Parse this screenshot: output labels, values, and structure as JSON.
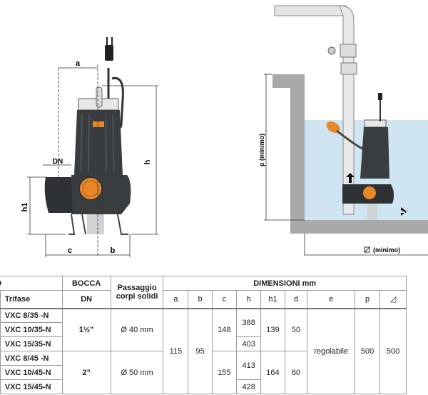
{
  "left_drawing": {
    "labels": {
      "a": "a",
      "b": "b",
      "c": "c",
      "h": "h",
      "h1": "h1",
      "dn": "DN"
    }
  },
  "right_drawing": {
    "labels": {
      "p": "p  (minimo)",
      "width": "(minimo)"
    }
  },
  "colors": {
    "pump_body": "#3a3d40",
    "accent": "#e8862a",
    "water": "#cfe6f2",
    "wall": "#a9a9a9"
  },
  "table": {
    "headers": {
      "tipo": "TIPO",
      "trifase": "Trifase",
      "bocca": "BOCCA",
      "bocca_sub": "DN",
      "passaggio": "Passaggio corpi solidi",
      "dimensioni": "DIMENSIONI mm",
      "cols": [
        "a",
        "b",
        "c",
        "h",
        "h1",
        "d",
        "e",
        "p",
        "◿"
      ]
    },
    "models": [
      "VXC 8/35  -N",
      "VXC 10/35-N",
      "VXC 15/35-N",
      "VXC 8/45  -N",
      "VXC 10/45-N",
      "VXC 15/45-N"
    ],
    "groups": [
      {
        "dn": "1½”",
        "passaggio": "Ø 40 mm",
        "c": "148",
        "h": [
          "388",
          "403"
        ],
        "h1": "139",
        "d": "50"
      },
      {
        "dn": "2”",
        "passaggio": "Ø 50 mm",
        "c": "155",
        "h": [
          "413",
          "428"
        ],
        "h1": "164",
        "d": "60"
      }
    ],
    "common": {
      "a": "115",
      "b": "95",
      "e": "regolabile",
      "p": "500",
      "w": "500"
    }
  }
}
